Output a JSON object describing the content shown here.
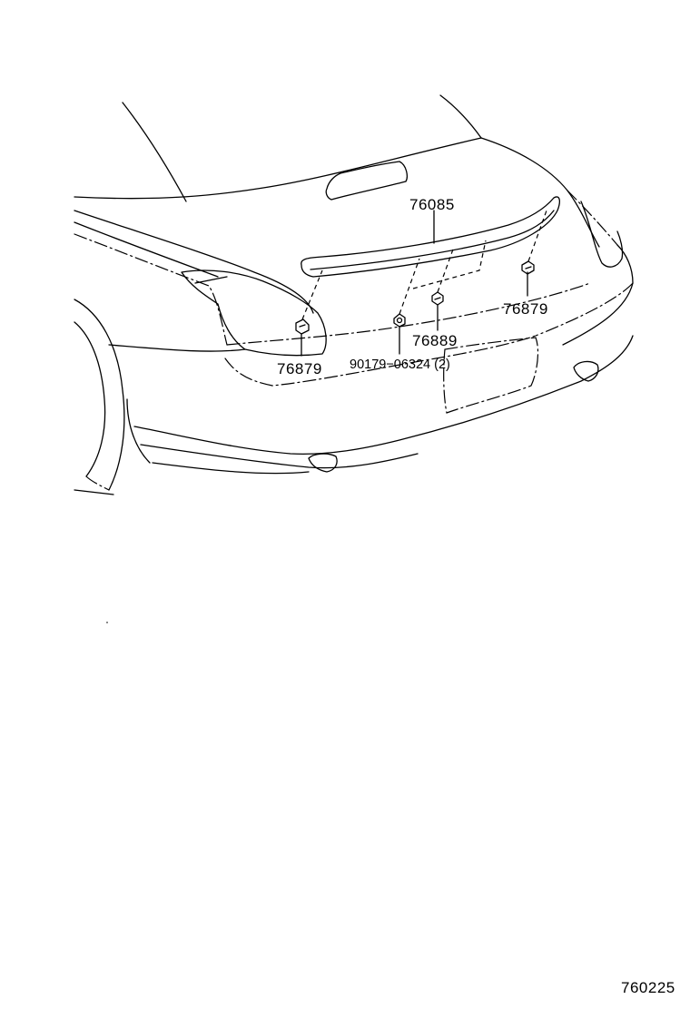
{
  "parts": {
    "spoiler": "76085",
    "clip_left": "76879",
    "clip_right": "76879",
    "grommet": "76889",
    "nut": "90179−06324 (2)"
  },
  "figure_code": "760225"
}
